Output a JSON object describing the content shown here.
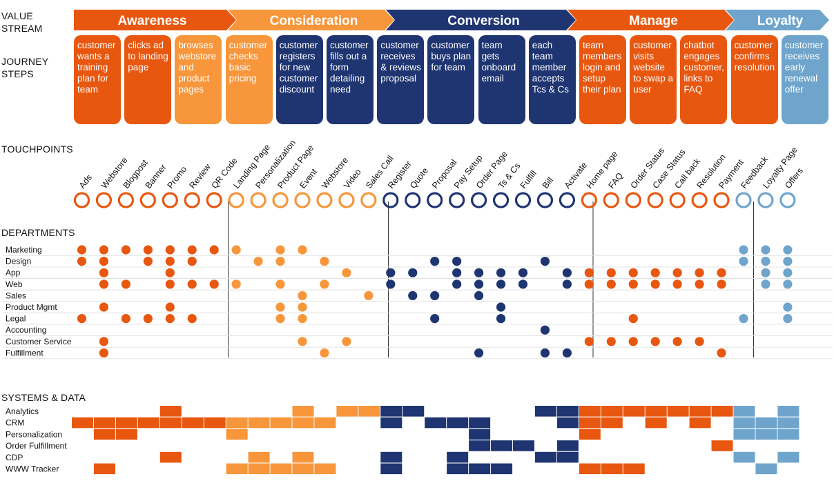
{
  "labels": {
    "value_stream": "VALUE STREAM",
    "journey_steps": "JOURNEY STEPS",
    "touchpoints": "TOUCHPOINTS",
    "departments": "DEPARTMENTS",
    "systems": "SYSTEMS & DATA"
  },
  "colors": {
    "awareness": "#E8570F",
    "consideration": "#F7963B",
    "conversion": "#1F3572",
    "manage": "#E8570F",
    "loyalty": "#6FA5CC",
    "divider": "#333333",
    "row_line": "#e2e2e2"
  },
  "stages": [
    {
      "name": "Awareness",
      "color": "#E8570F",
      "cols": [
        0,
        6
      ]
    },
    {
      "name": "Consideration",
      "color": "#F7963B",
      "cols": [
        7,
        13
      ]
    },
    {
      "name": "Conversion",
      "color": "#1F3572",
      "cols": [
        14,
        22
      ]
    },
    {
      "name": "Manage",
      "color": "#E8570F",
      "cols": [
        23,
        29
      ]
    },
    {
      "name": "Loyalty",
      "color": "#6FA5CC",
      "cols": [
        30,
        32
      ]
    }
  ],
  "journey_steps": [
    {
      "text": "customer wants a training plan for team",
      "color": "#E8570F"
    },
    {
      "text": "clicks ad to landing page",
      "color": "#E8570F"
    },
    {
      "text": "browses webstore and product pages",
      "color": "#F7963B"
    },
    {
      "text": "customer checks basic pricing",
      "color": "#F7963B"
    },
    {
      "text": "customer registers for new customer discount",
      "color": "#1F3572"
    },
    {
      "text": "customer fills out a form detailing need",
      "color": "#1F3572"
    },
    {
      "text": "customer receives & reviews proposal",
      "color": "#1F3572"
    },
    {
      "text": "customer buys plan for team",
      "color": "#1F3572"
    },
    {
      "text": "team gets onboard email",
      "color": "#1F3572"
    },
    {
      "text": "each team member accepts Tcs & Cs",
      "color": "#1F3572"
    },
    {
      "text": "team members login and setup their plan",
      "color": "#E8570F"
    },
    {
      "text": "customer visits website to swap a user",
      "color": "#E8570F"
    },
    {
      "text": "chatbot engages customer, links to FAQ",
      "color": "#E8570F"
    },
    {
      "text": "customer confirms resolution",
      "color": "#E8570F"
    },
    {
      "text": "customer receives early renewal offer",
      "color": "#6FA5CC"
    }
  ],
  "touchpoints": [
    "Ads",
    "Webstore",
    "Blogpost",
    "Banner",
    "Promo",
    "Review",
    "QR Code",
    "Landing Page",
    "Personalization",
    "Product Page",
    "Event",
    "Webstore",
    "Video",
    "Sales Call",
    "Register",
    "Quote",
    "Proposal",
    "Pay Setup",
    "Order Page",
    "Ts & Cs",
    "Fulfill",
    "Bill",
    "Activate",
    "Home page",
    "FAQ",
    "Order Status",
    "Case Status",
    "Call back",
    "Resolution",
    "Payment",
    "Feedback",
    "Loyalty Page",
    "Offers"
  ],
  "departments": [
    {
      "name": "Marketing",
      "dots": [
        0,
        1,
        2,
        3,
        4,
        5,
        6,
        7,
        9,
        10,
        30,
        31,
        32
      ]
    },
    {
      "name": "Design",
      "dots": [
        0,
        1,
        3,
        4,
        5,
        8,
        9,
        11,
        16,
        17,
        21,
        30,
        31,
        32
      ]
    },
    {
      "name": "App",
      "dots": [
        1,
        4,
        12,
        14,
        15,
        17,
        18,
        19,
        20,
        22,
        23,
        24,
        25,
        26,
        27,
        28,
        29,
        31,
        32
      ]
    },
    {
      "name": "Web",
      "dots": [
        1,
        2,
        4,
        5,
        6,
        7,
        9,
        11,
        14,
        17,
        18,
        19,
        20,
        22,
        23,
        24,
        25,
        26,
        27,
        28,
        29,
        31,
        32
      ]
    },
    {
      "name": "Sales",
      "dots": [
        10,
        13,
        15,
        16,
        18
      ]
    },
    {
      "name": "Product Mgmt",
      "dots": [
        1,
        4,
        9,
        10,
        19,
        32
      ]
    },
    {
      "name": "Legal",
      "dots": [
        0,
        2,
        3,
        4,
        5,
        9,
        10,
        16,
        19,
        25,
        30,
        32
      ]
    },
    {
      "name": "Accounting",
      "dots": [
        21
      ]
    },
    {
      "name": "Customer Service",
      "dots": [
        1,
        10,
        12,
        23,
        24,
        25,
        26,
        27,
        28
      ]
    },
    {
      "name": "Fulfillment",
      "dots": [
        1,
        11,
        18,
        21,
        22,
        29
      ]
    }
  ],
  "systems": [
    {
      "name": "Analytics",
      "cells": [
        4,
        10,
        12,
        13,
        14,
        15,
        21,
        22,
        23,
        24,
        25,
        26,
        27,
        28,
        29,
        30,
        32
      ]
    },
    {
      "name": "CRM",
      "cells": [
        0,
        1,
        2,
        3,
        4,
        5,
        6,
        7,
        8,
        9,
        10,
        11,
        14,
        16,
        17,
        18,
        22,
        23,
        24,
        26,
        28,
        30,
        31,
        32
      ]
    },
    {
      "name": "Personalization",
      "cells": [
        1,
        2,
        7,
        18,
        23,
        30,
        31,
        32
      ]
    },
    {
      "name": "Order Fulfillment",
      "cells": [
        18,
        19,
        20,
        22,
        29
      ]
    },
    {
      "name": "CDP",
      "cells": [
        4,
        8,
        10,
        14,
        17,
        21,
        22,
        30,
        32
      ]
    },
    {
      "name": "WWW Tracker",
      "cells": [
        1,
        7,
        8,
        9,
        10,
        11,
        14,
        17,
        18,
        19,
        23,
        24,
        25,
        31
      ]
    }
  ]
}
